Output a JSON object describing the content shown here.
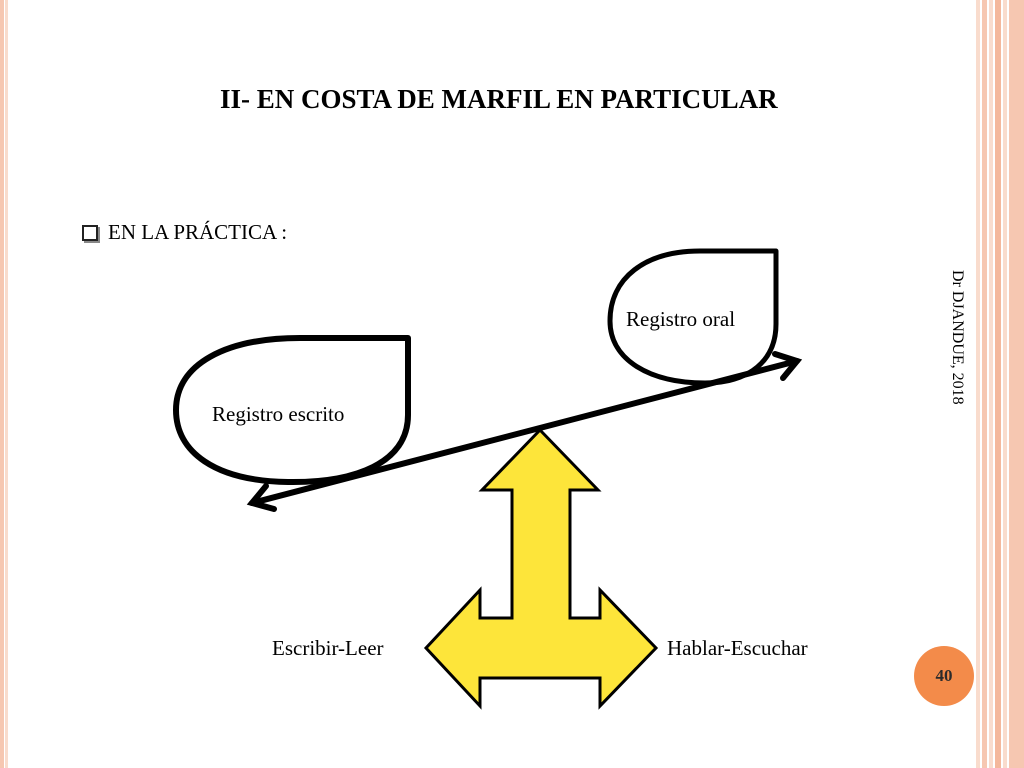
{
  "slide": {
    "title": "II- EN COSTA DE MARFIL EN PARTICULAR",
    "bullet": "EN LA PRÁCTICA :",
    "credit": "Dr DJANDUE, 2018",
    "page_number": "40"
  },
  "diagram": {
    "registro_escrito": "Registro escrito",
    "registro_oral": "Registro oral",
    "escribir_leer": "Escribir-Leer",
    "hablar_escuchar": "Hablar-Escuchar"
  },
  "colors": {
    "arrow_fill": "#fde53a",
    "badge": "#f38b4a",
    "stripe_light": "#f9dccd",
    "stripe_mid": "#f6c7b1"
  },
  "icons": {
    "bullet": "checkbox-bullet-icon"
  }
}
